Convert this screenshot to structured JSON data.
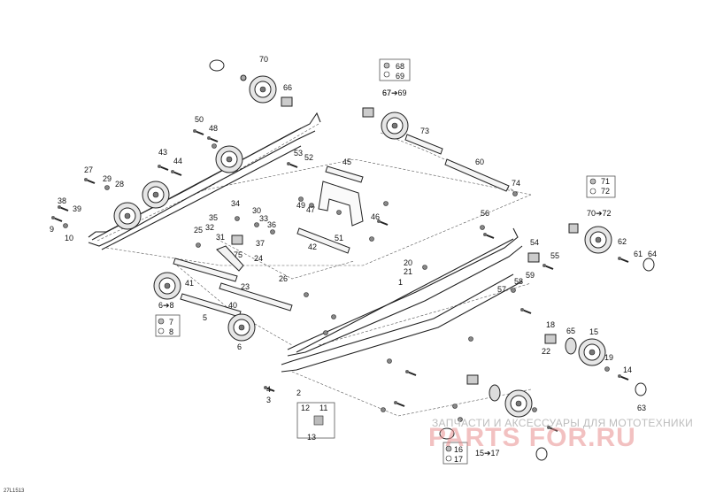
{
  "diagram": {
    "reference_code": "27L1513",
    "callouts": [
      "1",
      "2",
      "3",
      "4",
      "5",
      "6",
      "7",
      "8",
      "9",
      "10",
      "11",
      "12",
      "13",
      "14",
      "15",
      "16",
      "17",
      "18",
      "19",
      "20",
      "21",
      "22",
      "23",
      "24",
      "25",
      "26",
      "27",
      "28",
      "29",
      "30",
      "31",
      "32",
      "33",
      "34",
      "35",
      "36",
      "37",
      "38",
      "39",
      "40",
      "41",
      "42",
      "43",
      "44",
      "45",
      "46",
      "47",
      "48",
      "49",
      "50",
      "51",
      "52",
      "53",
      "54",
      "55",
      "56",
      "57",
      "58",
      "59",
      "60",
      "61",
      "62",
      "63",
      "64",
      "65",
      "66",
      "67",
      "68",
      "69",
      "70",
      "71",
      "72",
      "73",
      "74",
      "75"
    ],
    "kit_labels": [
      "6➔8",
      "67➔69",
      "70➔72",
      "15➔17"
    ],
    "watermark_text": "ЗАПЧАСТИ И АКСЕССУАРЫ ДЛЯ МОТОТЕХНИКИ",
    "watermark_logo": "PARTS FOR.RU"
  },
  "colors": {
    "line": "#222222",
    "wheel": "#e5e5e5",
    "hub": "#ffffff",
    "watermark_logo": "#e98f8f"
  }
}
